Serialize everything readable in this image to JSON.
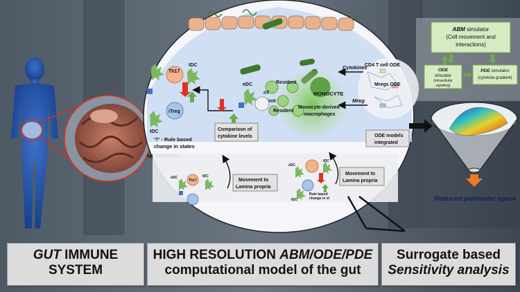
{
  "left_panel": {
    "caption_line1_italic": "GUT",
    "caption_line1_rest": " IMMUNE",
    "caption_line2": "SYSTEM"
  },
  "middle_panel": {
    "caption_line1_prefix": "HIGH RESOLUTION ",
    "caption_line1_italic": "ABM/ODE/PDE",
    "caption_line2": "computational model of the gut",
    "cells": {
      "th17": "Th17",
      "tdc_top": "tDC",
      "itreg": "iTreg",
      "tdc_bottom": "tDC",
      "edc": "eDC",
      "nt": "nT",
      "resident_1": "Resident",
      "resident_2": "Resident",
      "resident_3": "Resident",
      "monocyte": "MONOCYTE",
      "macrophages_line1": "Monocyte-derived",
      "macrophages_line2": "macrophages"
    },
    "labels": {
      "rule_based_line1": "'?' - Rule based",
      "rule_based_line2": "change in states",
      "lamina_propria_partial": "NA PROPRIA",
      "comparison_line1": "Comparison of",
      "comparison_line2": "cytokine levels",
      "movement_left_line1": "Movement to",
      "movement_left_line2": "Lamina propria",
      "movement_right_line1": "Movement to",
      "movement_right_line2": "Lamina propria",
      "cd4_ode": "CD4 T cell ODE",
      "mregs_ode": "Mregs ODE",
      "cytokines": "Cytokines",
      "mreg": "Mreg",
      "ode_models_line1": "ODE models",
      "ode_models_line2": "integrated",
      "zoom_rule_line1": "Rule based",
      "zoom_rule_line2": "change in st",
      "zoom_th17": "Th17",
      "zoom_tdc": "tDC",
      "zoom_edc": "eDC",
      "zoom_edc2": "eDC",
      "zoom_tdc2": "tDC",
      "zoom_tdc3": "tDC"
    }
  },
  "right_panel": {
    "abm_title": "ABM",
    "abm_rest": " simulator",
    "abm_line2": "(Cell movement and",
    "abm_line3": "interactions)",
    "ode_title": "ODE",
    "ode_rest": "simulator",
    "ode_line2": "(intracellular",
    "ode_line3": "signaling)",
    "pde_title": "PDE",
    "pde_rest": " simulator",
    "pde_line2": "(cytokine gradient)",
    "reduced": "Reduced parameter space",
    "caption_line1": "Surrogate based",
    "caption_line2": "Sensitivity analysis"
  },
  "colors": {
    "background": "#3a4552",
    "lumen_blue": "#c9dbf2",
    "epithelium": "#e8b48f",
    "green_arrow": "#6cab4c",
    "red_arrow": "#e03020",
    "body_blue": "#1f4fa8",
    "simulator_fill": "#d6ebc2",
    "simulator_border": "#7aa84f",
    "orange_arrow": "#f07a22"
  }
}
